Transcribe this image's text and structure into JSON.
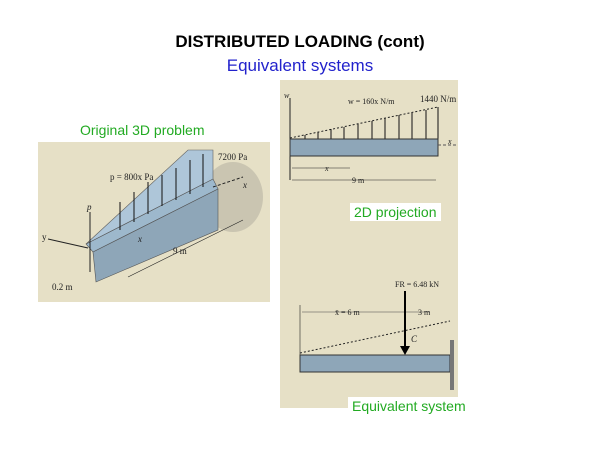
{
  "slide": {
    "title": "DISTRIBUTED LOADING (cont)",
    "subtitle": "Equivalent systems"
  },
  "panels": {
    "original": {
      "label": "Original 3D problem",
      "p_eq": "p = 800x Pa",
      "p_max": "7200 Pa",
      "axis_p": "p",
      "axis_y": "y",
      "axis_x": "x",
      "x_dim": "x",
      "length": "9 m",
      "width": "0.2 m"
    },
    "projection": {
      "label": "2D projection",
      "axis_w": "w",
      "w_eq": "w = 160x N/m",
      "w_max": "1440 N/m",
      "axis_x": "x",
      "x_dim": "x",
      "length": "9 m"
    },
    "equivalent": {
      "label": "Equivalent system",
      "force": "FR = 6.48 kN",
      "xbar": "x̄ = 6 m",
      "remain": "3 m",
      "centroid": "C"
    }
  }
}
